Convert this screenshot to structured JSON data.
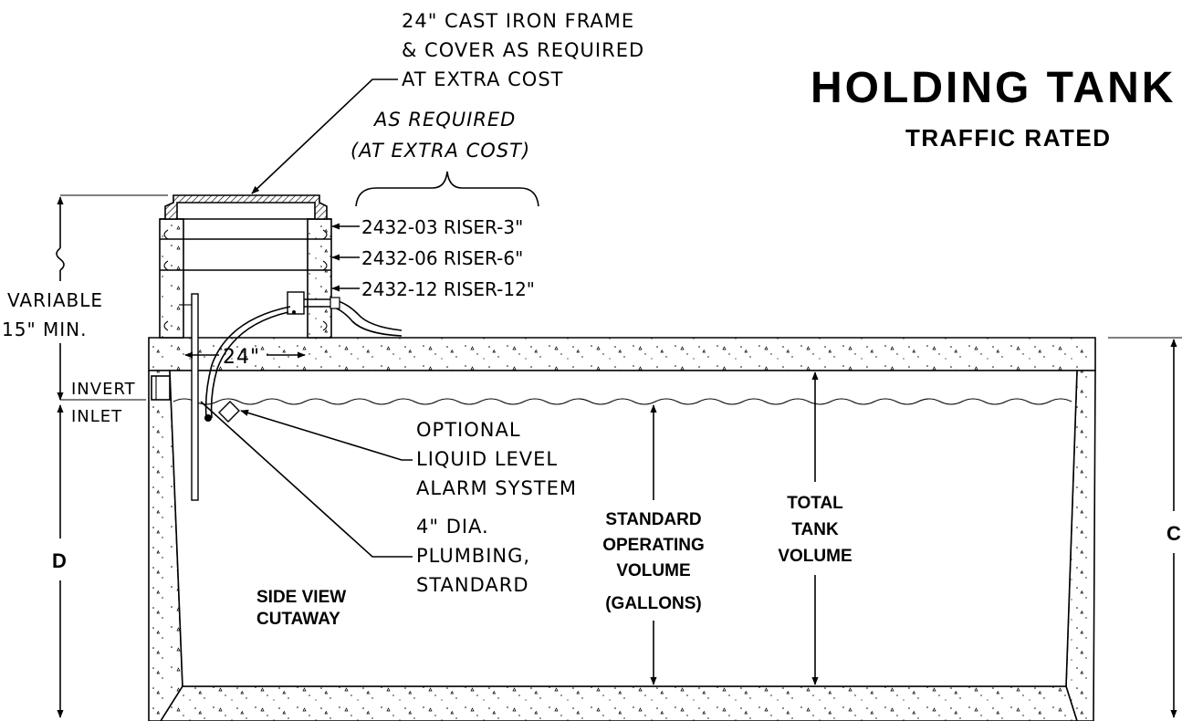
{
  "title": {
    "main": "HOLDING TANK",
    "sub": "TRAFFIC RATED"
  },
  "callouts": {
    "frame_cover": [
      "24\" CAST IRON FRAME",
      "& COVER AS REQUIRED",
      "AT EXTRA COST"
    ],
    "as_required": [
      "AS REQUIRED",
      "(AT EXTRA COST)"
    ],
    "risers": [
      "2432-03 RISER-3\"",
      "2432-06 RISER-6\"",
      "2432-12 RISER-12\""
    ],
    "alarm": [
      "OPTIONAL",
      "LIQUID LEVEL",
      "ALARM SYSTEM"
    ],
    "plumbing": [
      "4\" DIA.",
      "PLUMBING,",
      "STANDARD"
    ]
  },
  "dimensions": {
    "variable": [
      "VARIABLE",
      "15\" MIN."
    ],
    "invert": "INVERT",
    "inlet": "INLET",
    "opening": "24\"",
    "d_label": "D",
    "c_label": "C"
  },
  "labels": {
    "side_view": [
      "SIDE VIEW",
      "CUTAWAY"
    ],
    "standard_volume": [
      "STANDARD",
      "OPERATING",
      "VOLUME",
      "(GALLONS)"
    ],
    "total_volume": [
      "TOTAL",
      "TANK",
      "VOLUME"
    ]
  },
  "colors": {
    "line": "#000000",
    "background": "#ffffff"
  }
}
